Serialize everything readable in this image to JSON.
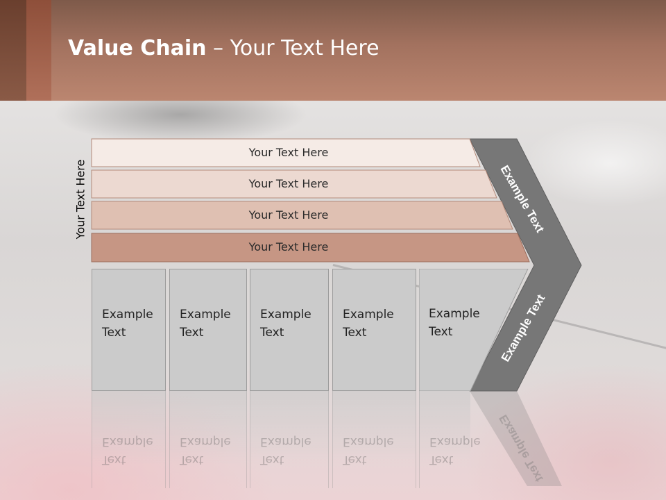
{
  "slide": {
    "title_bold": "Value Chain",
    "title_rest": " – Your Text Here",
    "side_label": "Your Text Here",
    "bands": [
      {
        "label": "Your Text Here",
        "color": "#f5ebe6"
      },
      {
        "label": "Your Text Here",
        "color": "#ecd9d1"
      },
      {
        "label": "Your Text Here",
        "color": "#dfc0b2"
      },
      {
        "label": "Your Text Here",
        "color": "#c69684"
      }
    ],
    "boxes": [
      {
        "line1": "Example",
        "line2": "Text"
      },
      {
        "line1": "Example",
        "line2": "Text"
      },
      {
        "line1": "Example",
        "line2": "Text"
      },
      {
        "line1": "Example",
        "line2": "Text"
      },
      {
        "line1": "Example",
        "line2": "Text"
      }
    ],
    "arrow_top_label": "Example Text",
    "arrow_bottom_label": "Example Text",
    "arrow_color": "#777777",
    "box_color": "#cbcbcb"
  }
}
